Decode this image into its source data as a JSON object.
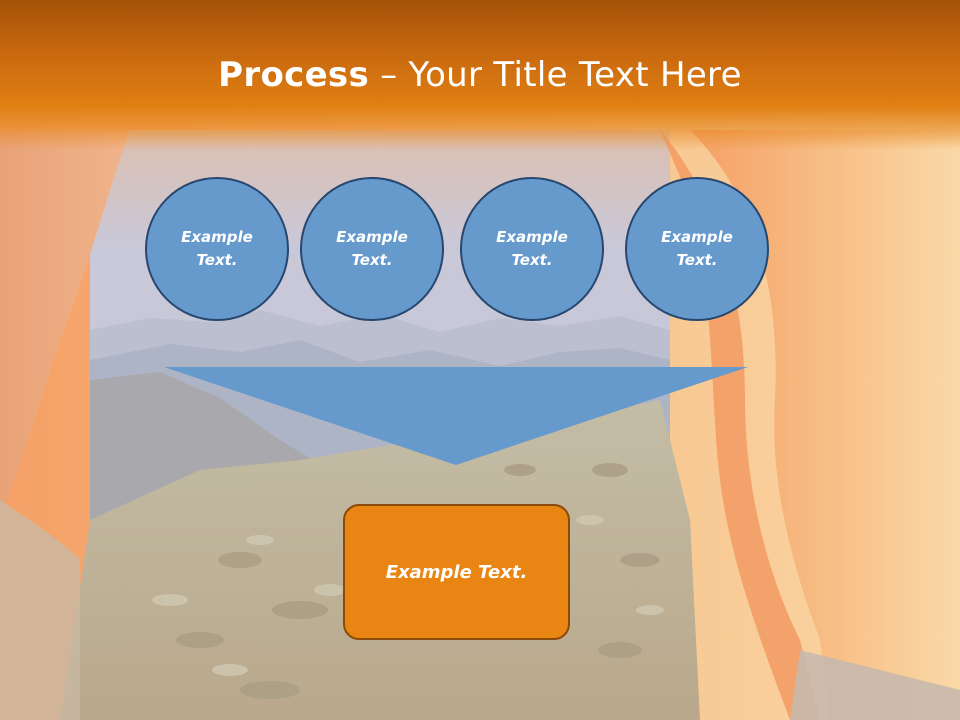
{
  "slide": {
    "title_strong": "Process",
    "title_rest": " – Your Title Text Here",
    "steps": [
      {
        "line1": "Example",
        "line2": "Text."
      },
      {
        "line1": "Example",
        "line2": "Text."
      },
      {
        "line1": "Example",
        "line2": "Text."
      },
      {
        "line1": "Example",
        "line2": "Text."
      }
    ],
    "result": "Example Text."
  },
  "colors": {
    "title_bar": "#e07f12",
    "circle_fill": "#6699cc",
    "circle_border": "#27476e",
    "arrow_fill": "#6699cc",
    "result_fill": "#e98512",
    "result_border": "#8c4a08"
  }
}
